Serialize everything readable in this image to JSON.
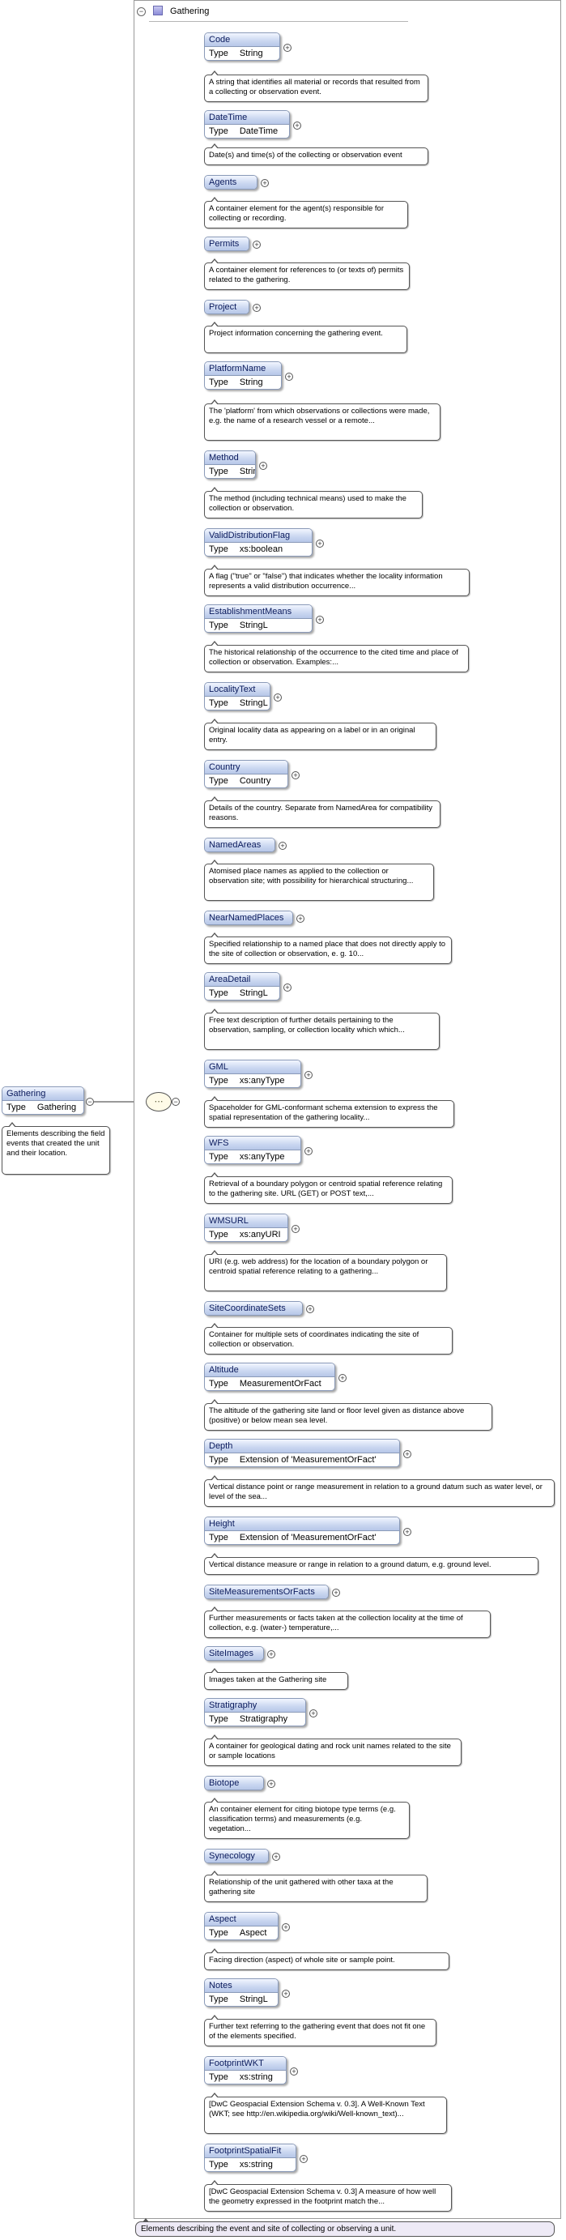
{
  "frame": {
    "title": "Gathering",
    "footer_doc": "Elements describing the event and site of collecting or observing a unit."
  },
  "root": {
    "name": "Gathering",
    "type_label": "Type",
    "type": "Gathering",
    "doc": "Elements describing the field events that created the unit and their location."
  },
  "sequence_symbol": "⋯",
  "elements": [
    {
      "name": "Code",
      "type": "String",
      "doc": "A string that identifies all material or records that resulted from a collecting or observation event."
    },
    {
      "name": "DateTime",
      "type": "DateTime",
      "doc": "Date(s) and time(s) of the collecting or observation event"
    },
    {
      "name": "Agents",
      "type": null,
      "doc": "A container element for the agent(s) responsible for collecting or recording."
    },
    {
      "name": "Permits",
      "type": null,
      "doc": "A container element for references to (or texts of) permits related to the gathering."
    },
    {
      "name": "Project",
      "type": null,
      "doc": "Project information concerning the gathering event."
    },
    {
      "name": "PlatformName",
      "type": "String",
      "doc": "The 'platform' from which observations or collections were made, e.g. the name of a research vessel or a remote..."
    },
    {
      "name": "Method",
      "type": "StringL",
      "doc": "The method (including technical means) used to make the collection or observation."
    },
    {
      "name": "ValidDistributionFlag",
      "type": "xs:boolean",
      "doc": "A flag (\"true\" or \"false\") that indicates whether the locality information represents a valid distribution occurrence..."
    },
    {
      "name": "EstablishmentMeans",
      "type": "StringL",
      "doc": "The historical relationship of the occurrence to the cited time and place of collection or observation. Examples:..."
    },
    {
      "name": "LocalityText",
      "type": "StringL",
      "doc": "Original locality data as appearing on a label or in an original entry."
    },
    {
      "name": "Country",
      "type": "Country",
      "doc": "Details of the country. Separate from NamedArea for compatibility reasons."
    },
    {
      "name": "NamedAreas",
      "type": null,
      "doc": "Atomised place names as applied to the collection or observation site; with possibility for hierarchical structuring..."
    },
    {
      "name": "NearNamedPlaces",
      "type": null,
      "doc": "Specified relationship to a named place that does not directly apply to the site of collection or observation, e. g. 10..."
    },
    {
      "name": "AreaDetail",
      "type": "StringL",
      "doc": "Free text description of further details pertaining to the observation, sampling, or collection locality which which..."
    },
    {
      "name": "GML",
      "type": "xs:anyType",
      "doc": "Spaceholder for GML-conformant schema extension to express the spatial representation of the gathering locality..."
    },
    {
      "name": "WFS",
      "type": "xs:anyType",
      "doc": "Retrieval of a boundary polygon or centroid spatial reference relating to the gathering site. URL (GET) or POST text,..."
    },
    {
      "name": "WMSURL",
      "type": "xs:anyURI",
      "doc": "URI (e.g. web address) for the location of a boundary polygon or centroid spatial reference relating to a gathering..."
    },
    {
      "name": "SiteCoordinateSets",
      "type": null,
      "doc": "Container for multiple sets of coordinates indicating the site of collection or observation."
    },
    {
      "name": "Altitude",
      "type": "MeasurementOrFact",
      "doc": "The altitude of the gathering site land or floor level given as distance above (positive) or below mean sea level."
    },
    {
      "name": "Depth",
      "type": "Extension of 'MeasurementOrFact'",
      "doc": "Vertical distance point or range measurement in relation to a ground datum such as water level, or level of the sea..."
    },
    {
      "name": "Height",
      "type": "Extension of 'MeasurementOrFact'",
      "doc": "Vertical distance measure or range in relation to a ground datum, e.g. ground level."
    },
    {
      "name": "SiteMeasurementsOrFacts",
      "type": null,
      "doc": "Further measurements or facts taken at the collection locality at the time of collection, e.g. (water-) temperature,..."
    },
    {
      "name": "SiteImages",
      "type": null,
      "doc": "Images taken at the Gathering site"
    },
    {
      "name": "Stratigraphy",
      "type": "Stratigraphy",
      "doc": "A container for geological dating and rock unit names related to the site or sample locations"
    },
    {
      "name": "Biotope",
      "type": null,
      "doc": "An container element for citing biotope type terms (e.g. classification terms) and measurements (e.g. vegetation..."
    },
    {
      "name": "Synecology",
      "type": null,
      "doc": "Relationship of the unit gathered with other taxa at the gathering site"
    },
    {
      "name": "Aspect",
      "type": "Aspect",
      "doc": "Facing direction (aspect) of whole site or sample point."
    },
    {
      "name": "Notes",
      "type": "StringL",
      "doc": "Further text referring to the gathering event that does not fit one of the elements specified."
    },
    {
      "name": "FootprintWKT",
      "type": "xs:string",
      "doc": "[DwC Geospacial Extension Schema v. 0.3]. A Well-Known Text (WKT; see http://en.wikipedia.org/wiki/Well-known_text)..."
    },
    {
      "name": "FootprintSpatialFit",
      "type": "xs:string",
      "doc": "[DwC Geospacial Extension Schema v. 0.3] A measure of how well the geometry expressed in the footprint match the..."
    }
  ],
  "type_label": "Type"
}
